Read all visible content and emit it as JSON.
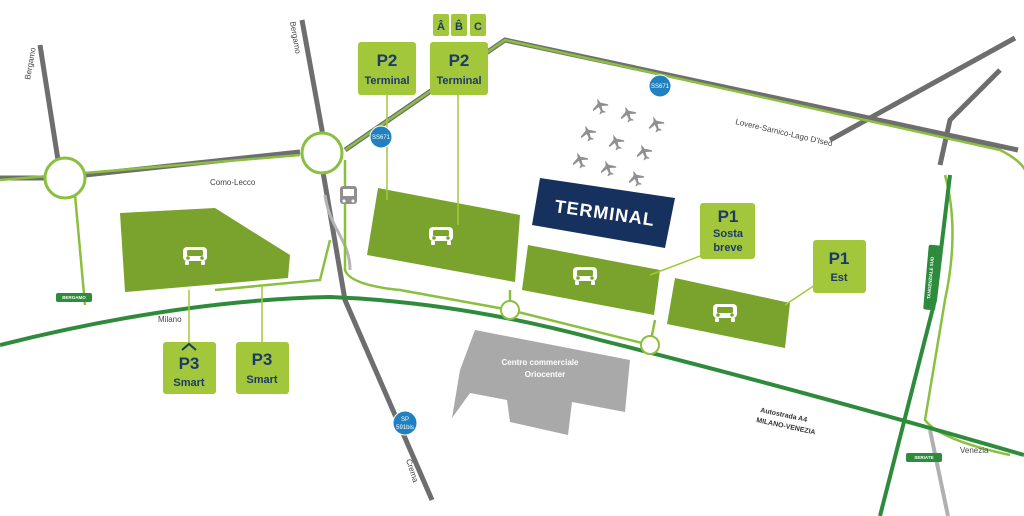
{
  "colors": {
    "parking_fill": "#7aa32e",
    "tag_fill": "#a3c73a",
    "local_road": "#8bbf3f",
    "highway": "#2e8b3c",
    "grey_road": "#6e6e6e",
    "terminal": "#17315e",
    "badge": "#2080c0",
    "mall": "#a9a9a9",
    "text_dark": "#1b3a6b"
  },
  "terminal_label": "TERMINAL",
  "parkings": [
    {
      "id": "p3",
      "icon": "car-icon"
    },
    {
      "id": "p2",
      "icon": "car-icon"
    },
    {
      "id": "p1-sosta",
      "icon": "car-icon"
    },
    {
      "id": "p1-est",
      "icon": "car-icon"
    }
  ],
  "tags": {
    "p2_left": {
      "title": "P2",
      "sub": "Terminal"
    },
    "p2_right": {
      "title": "P2",
      "sub": "Terminal"
    },
    "p1_sosta": {
      "title": "P1",
      "sub1": "Sosta",
      "sub2": "breve"
    },
    "p1_est": {
      "title": "P1",
      "sub": "Est"
    },
    "p3_hat": {
      "title": "P3",
      "sub": "Smart"
    },
    "p3": {
      "title": "P3",
      "sub": "Smart"
    }
  },
  "terminal_letters": [
    "Â",
    "B̂",
    "C"
  ],
  "badges": {
    "ss671_a": "SS671",
    "ss671_b": "SS671",
    "sp591_line1": "SP",
    "sp591_line2": "591bis"
  },
  "road_labels": {
    "bergamo_left": "Bergamo",
    "bergamo_top": "Bergamo",
    "como_lecco": "Como-Lecco",
    "lovere": "Lovere-Sarnico-Lago D'Iseo",
    "milano": "Milano",
    "crema": "Crema",
    "venezia": "Venezia",
    "autostrada_1": "Autostrada A4",
    "autostrada_2": "MILANO-VENEZIA",
    "tangenziale": "TANGENZIALE SUD",
    "bergamo_sign": "BERGAMO",
    "seriate_sign": "SERIATE"
  },
  "mall": {
    "line1": "Centro commerciale",
    "line2": "Oriocenter"
  }
}
